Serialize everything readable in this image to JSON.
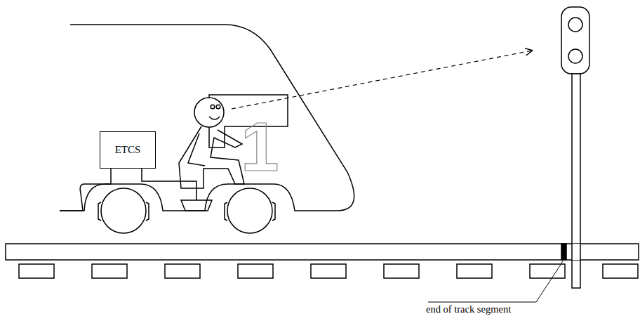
{
  "diagram": {
    "nodes": [
      {
        "text": [
          "ETCS"
        ]
      }
    ],
    "labels": [
      "1",
      "end of track segment"
    ]
  }
}
